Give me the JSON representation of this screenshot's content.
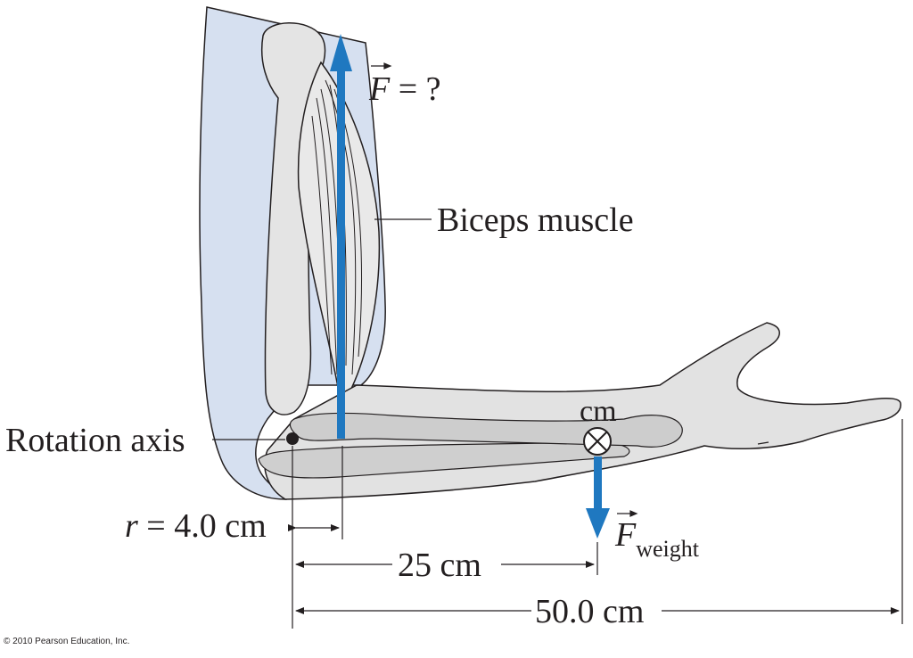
{
  "labels": {
    "force_symbol": "F",
    "force_value": " = ?",
    "biceps": "Biceps muscle",
    "rotation_axis": "Rotation axis",
    "r_symbol": "r",
    "r_value": " = 4.0 cm",
    "cm_label": "cm",
    "weight_symbol": "F",
    "weight_subscript": "weight",
    "dist_25": "25 cm",
    "dist_50": "50.0 cm"
  },
  "copyright": "© 2010 Pearson Education, Inc.",
  "colors": {
    "upper_arm_fill": "#d6e0f0",
    "bone_fill": "#e6e6e6",
    "bone_dark": "#cfcfcf",
    "arrow_blue": "#1f78c0",
    "outline": "#231f20"
  }
}
